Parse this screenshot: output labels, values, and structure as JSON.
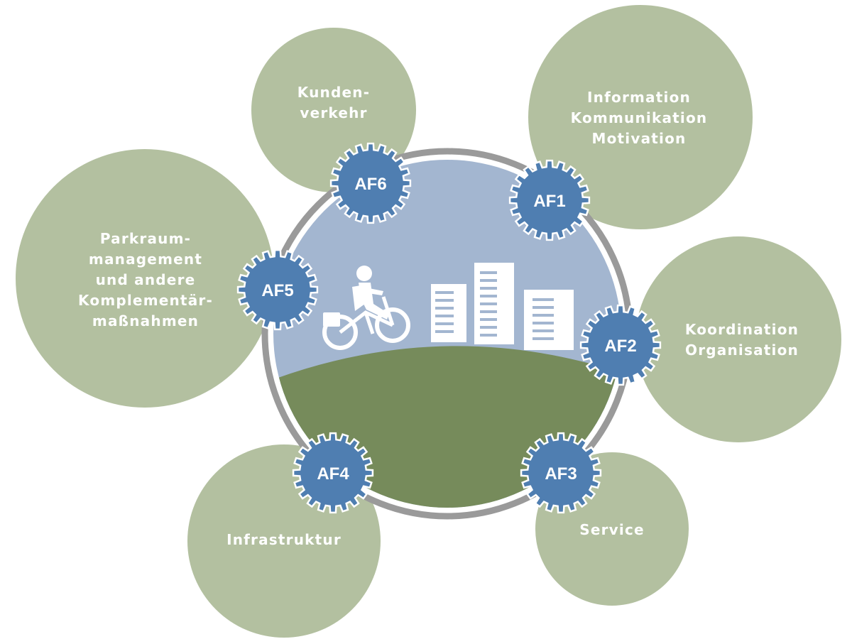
{
  "colors": {
    "field_circle": "#b3c0a0",
    "ring": "#9a9a9a",
    "sky": "#a3b6d0",
    "hill": "#768b5b",
    "gear": "#4f7eb1",
    "gear_outline": "#ffffff",
    "pictogram": "#ffffff"
  },
  "icons": {
    "cyclist": "cyclist-icon",
    "buildings": "buildings-icon"
  },
  "fields": [
    {
      "id": "af1",
      "gear": "AF1",
      "lines": [
        "Information",
        "Kommunikation",
        "Motivation"
      ]
    },
    {
      "id": "af2",
      "gear": "AF2",
      "lines": [
        "Koordination",
        "Organisation"
      ]
    },
    {
      "id": "af3",
      "gear": "AF3",
      "lines": [
        "Service"
      ]
    },
    {
      "id": "af4",
      "gear": "AF4",
      "lines": [
        "Infrastruktur"
      ]
    },
    {
      "id": "af5",
      "gear": "AF5",
      "lines": [
        "Parkraum-",
        "management",
        "und andere",
        "Komplementär-",
        "maßnahmen"
      ]
    },
    {
      "id": "af6",
      "gear": "AF6",
      "lines": [
        "Kunden-",
        "verkehr"
      ]
    }
  ]
}
